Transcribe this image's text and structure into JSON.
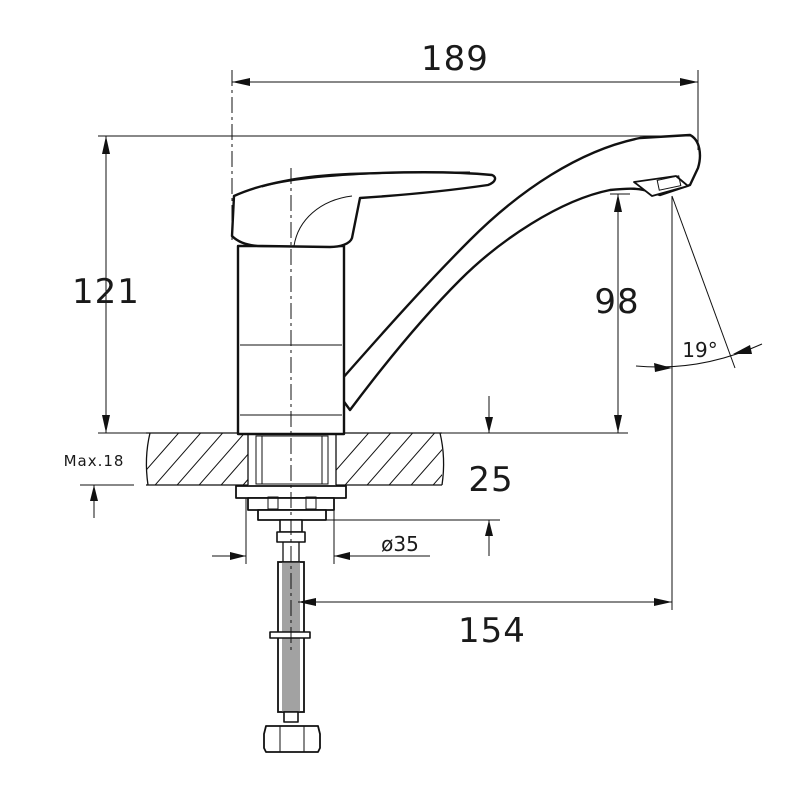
{
  "dimensions": {
    "overall_length": "189",
    "overall_height": "121",
    "spout_height": "98",
    "swivel_angle": "19°",
    "max_counter": "Max.18",
    "shank_depth": "25",
    "hole_diameter": "ø35",
    "spout_reach": "154"
  },
  "colors": {
    "line": "#111111",
    "background": "#ffffff"
  }
}
